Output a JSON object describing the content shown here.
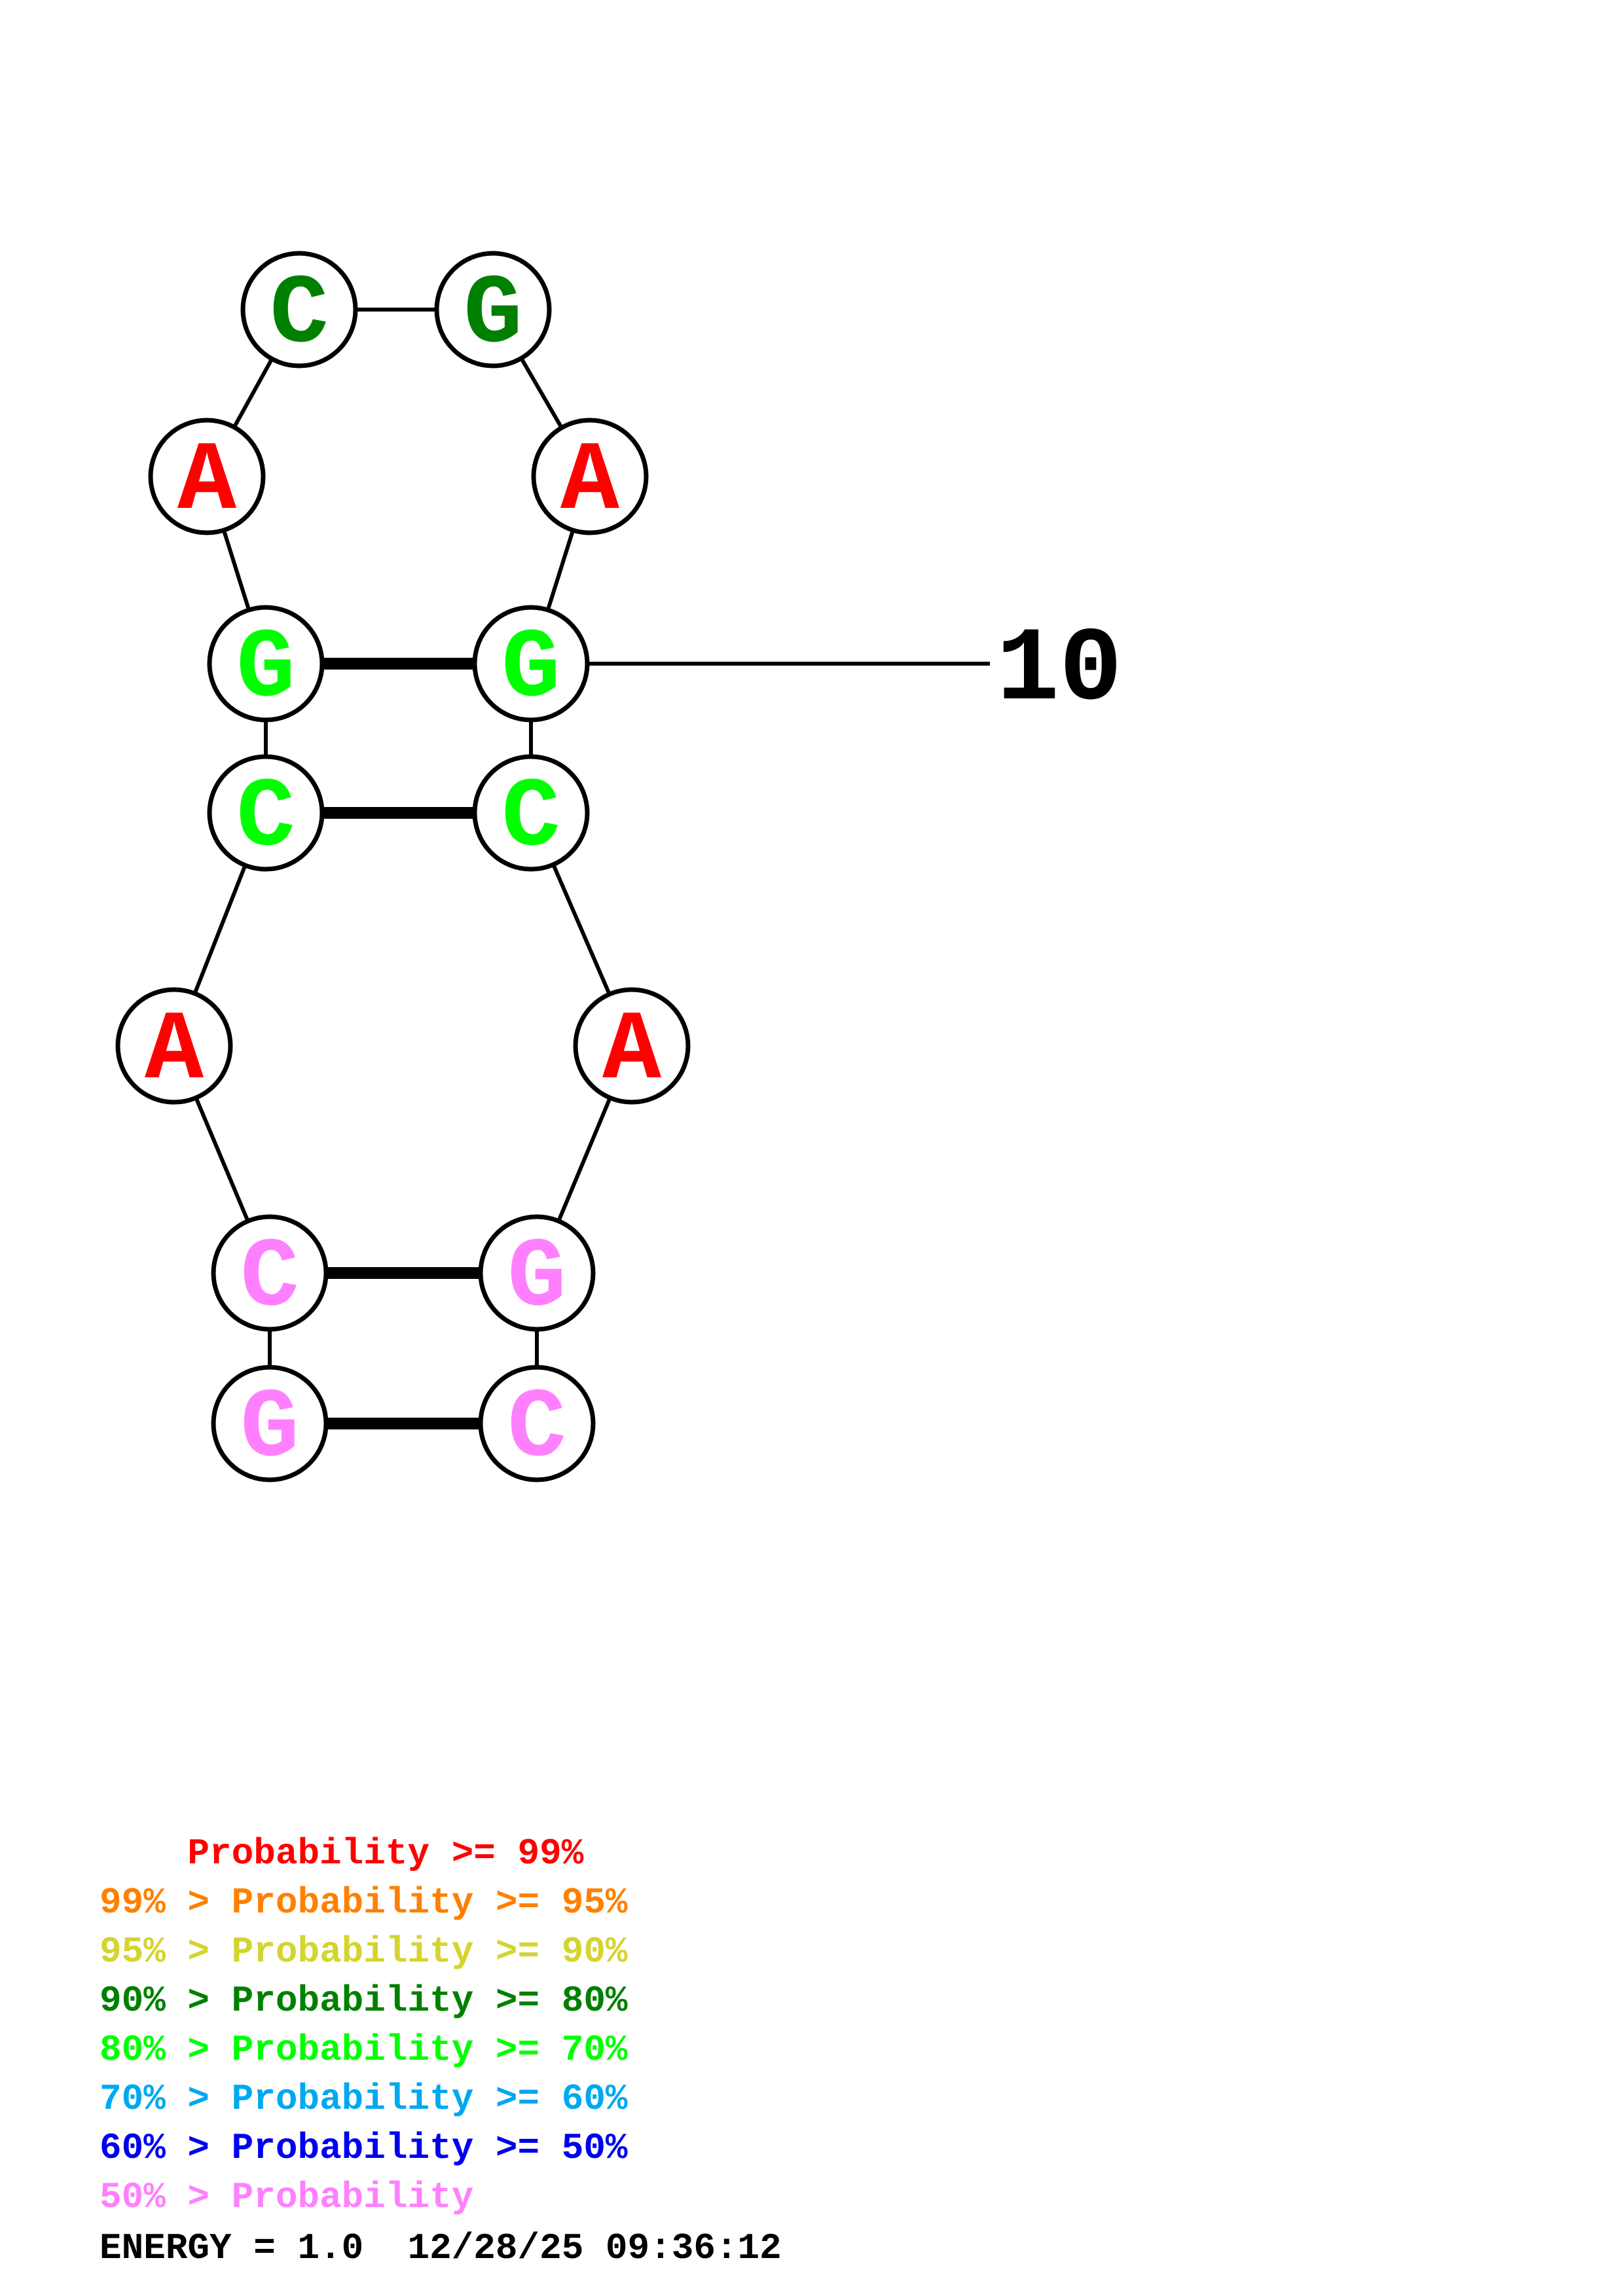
{
  "diagram": {
    "type": "rna-secondary-structure",
    "sequence": [
      "G",
      "C",
      "A",
      "C",
      "G",
      "A",
      "C",
      "G",
      "A",
      "G",
      "C",
      "A",
      "G",
      "C"
    ],
    "nucleotides": [
      {
        "index": 1,
        "base": "G",
        "prob_class": "pink",
        "color": "#FF80FF"
      },
      {
        "index": 2,
        "base": "C",
        "prob_class": "pink",
        "color": "#FF80FF"
      },
      {
        "index": 3,
        "base": "A",
        "prob_class": "red",
        "color": "#FF0000"
      },
      {
        "index": 4,
        "base": "C",
        "prob_class": "lime",
        "color": "#00FF00"
      },
      {
        "index": 5,
        "base": "G",
        "prob_class": "lime",
        "color": "#00FF00"
      },
      {
        "index": 6,
        "base": "A",
        "prob_class": "red",
        "color": "#FF0000"
      },
      {
        "index": 7,
        "base": "C",
        "prob_class": "darkgreen",
        "color": "#008000"
      },
      {
        "index": 8,
        "base": "G",
        "prob_class": "darkgreen",
        "color": "#008000"
      },
      {
        "index": 9,
        "base": "A",
        "prob_class": "red",
        "color": "#FF0000"
      },
      {
        "index": 10,
        "base": "G",
        "prob_class": "lime",
        "color": "#00FF00"
      },
      {
        "index": 11,
        "base": "C",
        "prob_class": "lime",
        "color": "#00FF00"
      },
      {
        "index": 12,
        "base": "A",
        "prob_class": "red",
        "color": "#FF0000"
      },
      {
        "index": 13,
        "base": "G",
        "prob_class": "pink",
        "color": "#FF80FF"
      },
      {
        "index": 14,
        "base": "C",
        "prob_class": "pink",
        "color": "#FF80FF"
      }
    ],
    "pairs": [
      [
        1,
        14
      ],
      [
        2,
        13
      ],
      [
        4,
        11
      ],
      [
        5,
        10
      ]
    ],
    "index_label": {
      "target": 10,
      "text": "10"
    }
  },
  "legend": {
    "lines": [
      {
        "prefix": "    ",
        "text": "Probability >= 99%",
        "color": "#FF0000"
      },
      {
        "prefix": "99% > ",
        "text": "Probability >= 95%",
        "color": "#FF8000"
      },
      {
        "prefix": "95% > ",
        "text": "Probability >= 90%",
        "color": "#D4D430"
      },
      {
        "prefix": "90% > ",
        "text": "Probability >= 80%",
        "color": "#008000"
      },
      {
        "prefix": "80% > ",
        "text": "Probability >= 70%",
        "color": "#00FF00"
      },
      {
        "prefix": "70% > ",
        "text": "Probability >= 60%",
        "color": "#00A8F0"
      },
      {
        "prefix": "60% > ",
        "text": "Probability >= 50%",
        "color": "#0000F0"
      },
      {
        "prefix": "50% > ",
        "text": "Probability",
        "color": "#FF80FF"
      }
    ]
  },
  "footer": {
    "energy_text": "ENERGY = 1.0  12/28/25 09:36:12"
  }
}
